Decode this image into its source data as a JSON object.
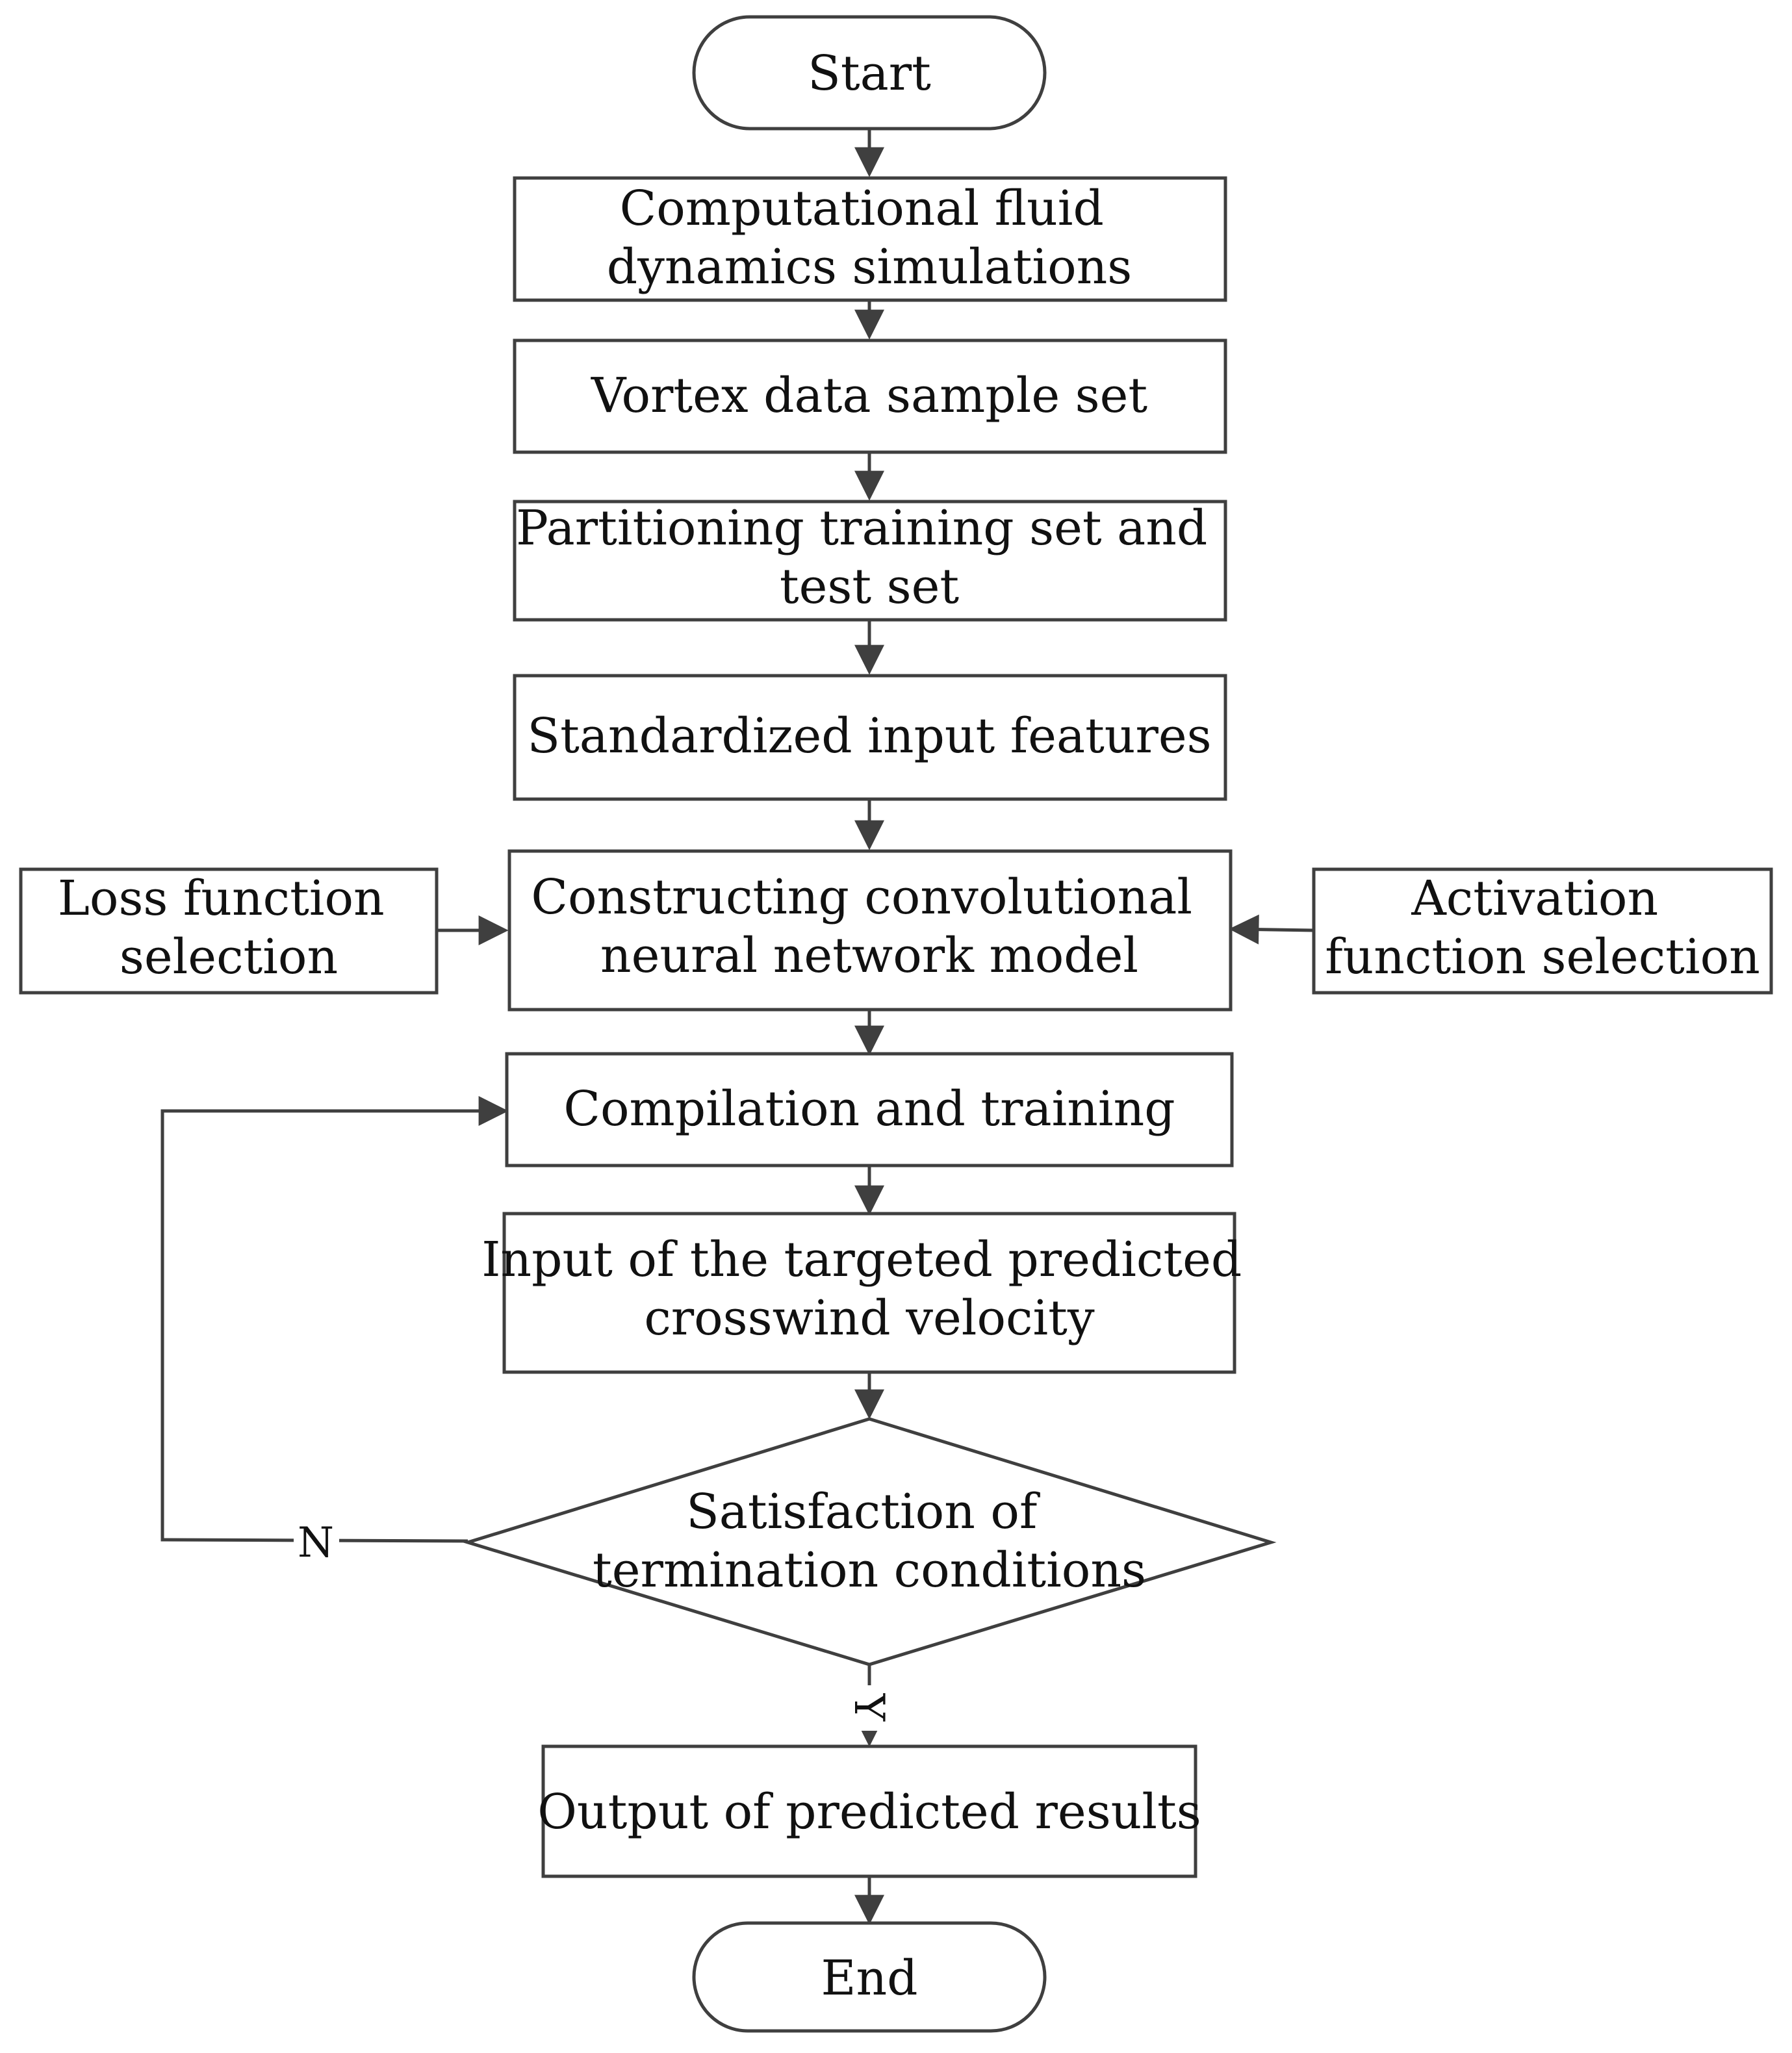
{
  "nodes": {
    "start": {
      "lines": [
        "Start"
      ]
    },
    "cfd": {
      "lines": [
        "Computational fluid",
        "dynamics simulations"
      ]
    },
    "vortex": {
      "lines": [
        "Vortex data sample set"
      ]
    },
    "partition": {
      "lines": [
        "Partitioning training set and",
        "test set"
      ]
    },
    "standardize": {
      "lines": [
        "Standardized input features"
      ]
    },
    "cnn": {
      "lines": [
        "Constructing convolutional",
        "neural network model"
      ]
    },
    "loss": {
      "lines": [
        "Loss function",
        "selection"
      ]
    },
    "activation": {
      "lines": [
        "Activation",
        "function selection"
      ]
    },
    "compile": {
      "lines": [
        "Compilation and training"
      ]
    },
    "input": {
      "lines": [
        "Input of the targeted predicted",
        "crosswind velocity"
      ]
    },
    "decision": {
      "lines": [
        "Satisfaction of",
        "termination conditions"
      ]
    },
    "output": {
      "lines": [
        "Output of predicted results"
      ]
    },
    "end": {
      "lines": [
        "End"
      ]
    }
  },
  "edge_labels": {
    "no": "N",
    "yes": "Y"
  },
  "colors": {
    "stroke": "#3f3f3f",
    "text": "#111111",
    "fill": "#ffffff"
  }
}
